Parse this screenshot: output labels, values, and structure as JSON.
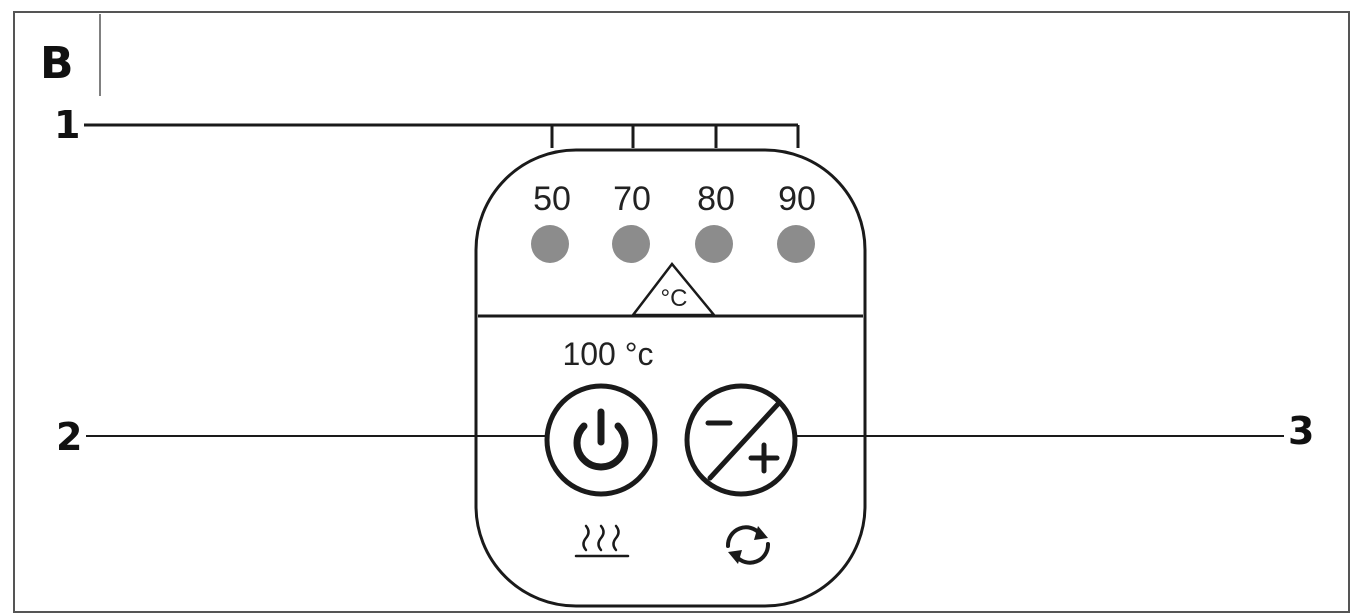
{
  "figure": {
    "panel_letter": "B",
    "callouts": [
      "1",
      "2",
      "3"
    ],
    "temperature_levels": [
      "50",
      "70",
      "80",
      "90"
    ],
    "celsius_symbol": "°C",
    "boil_label": "100 °c"
  },
  "icons": {
    "power": "power-icon",
    "minus_plus": "minus-plus-icon",
    "heat": "heat-waves-icon",
    "cycle": "refresh-cycle-icon"
  },
  "colors": {
    "line": "#1a1a1a",
    "led": "#8c8c8c",
    "frame": "#555555"
  }
}
